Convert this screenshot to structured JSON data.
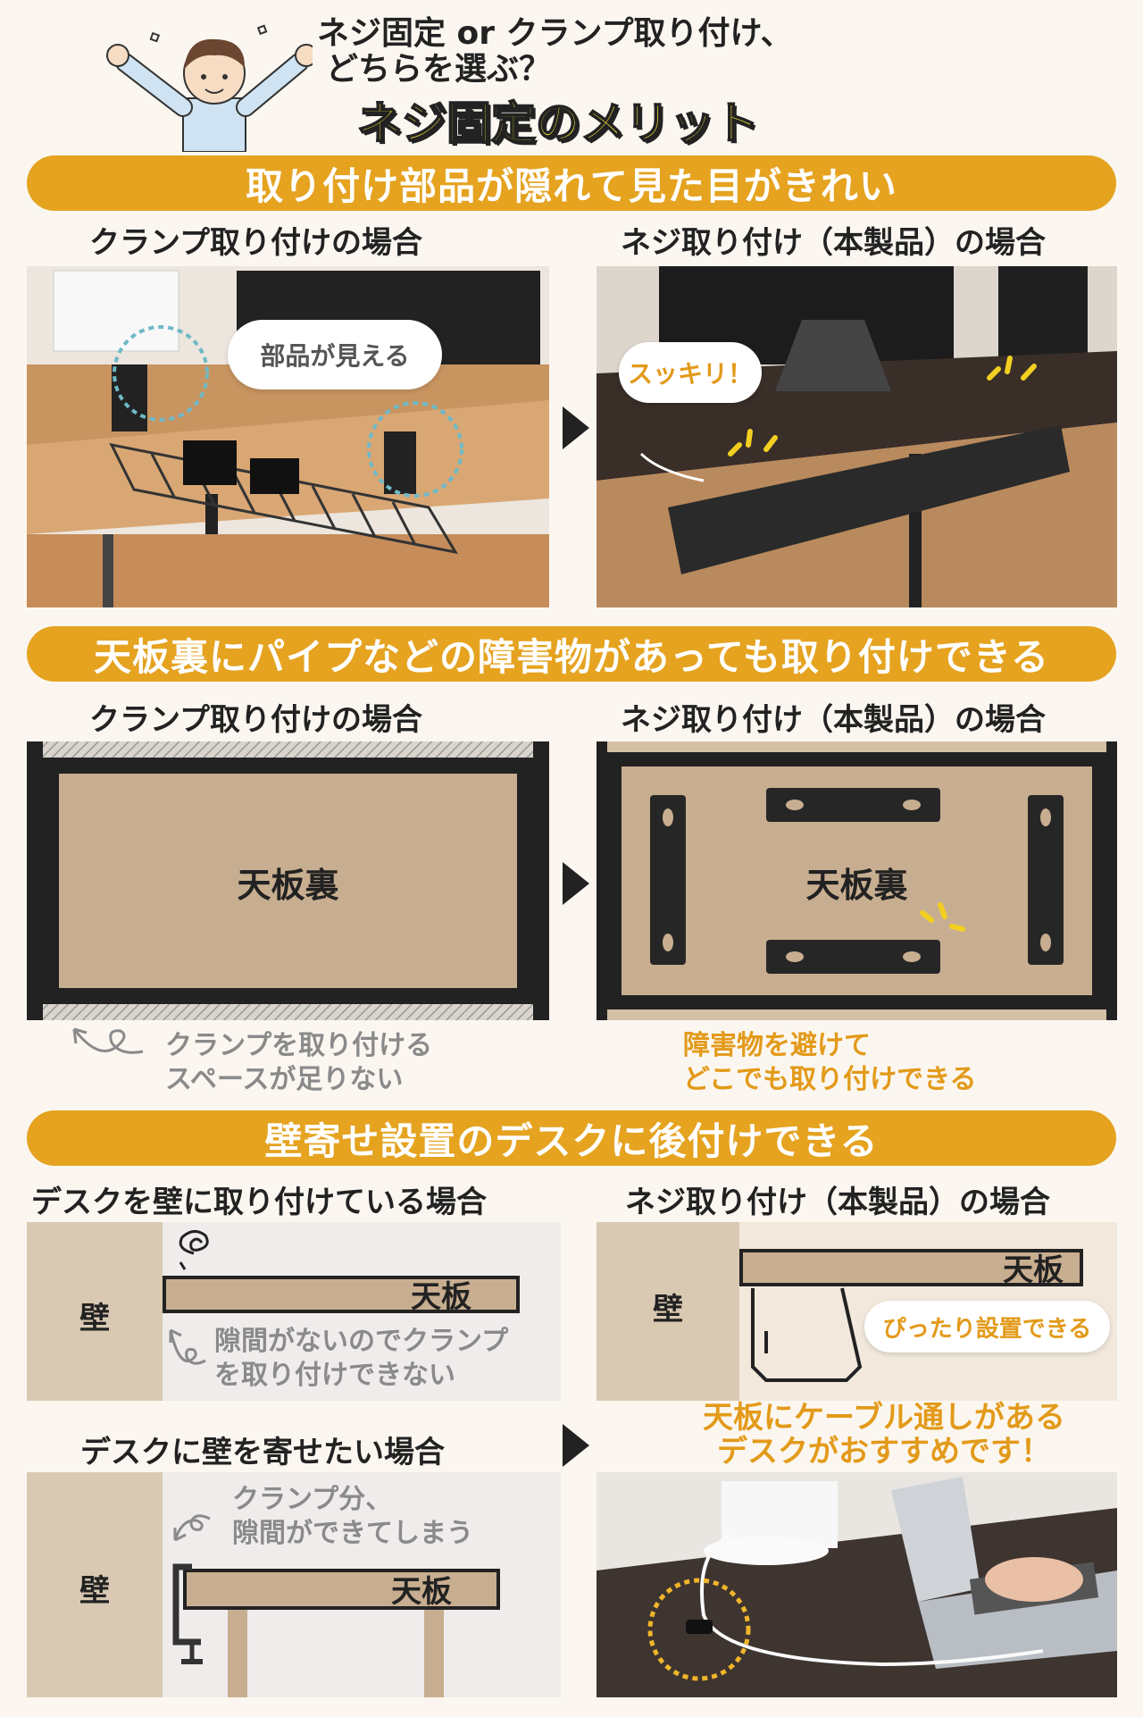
{
  "header": {
    "question_line1": "ネジ固定 or クランプ取り付け、",
    "question_line2": "どちらを選ぶ？",
    "title": "ネジ固定のメリット"
  },
  "section1": {
    "banner": "取り付け部品が隠れて見た目がきれい",
    "left_heading": "クランプ取り付けの場合",
    "right_heading": "ネジ取り付け（本製品）の場合",
    "left_bubble": "部品が見える",
    "right_bubble": "スッキリ！"
  },
  "section2": {
    "banner": "天板裏にパイプなどの障害物があっても取り付けできる",
    "left_heading": "クランプ取り付けの場合",
    "right_heading": "ネジ取り付け（本製品）の場合",
    "left_board_label": "天板裏",
    "right_board_label": "天板裏",
    "left_note_line1": "クランプを取り付ける",
    "left_note_line2": "スペースが足りない",
    "right_note_line1": "障害物を避けて",
    "right_note_line2": "どこでも取り付けできる"
  },
  "section3": {
    "banner": "壁寄せ設置のデスクに後付けできる",
    "top_left_heading": "デスクを壁に取り付けている場合",
    "top_right_heading": "ネジ取り付け（本製品）の場合",
    "wall_label": "壁",
    "board_label": "天板",
    "top_left_note_line1": "隙間がないのでクランプ",
    "top_left_note_line2": "を取り付けできない",
    "top_right_bubble": "ぴったり設置できる",
    "bottom_left_heading": "デスクに壁を寄せたい場合",
    "bottom_left_note_line1": "クランプ分、",
    "bottom_left_note_line2": "隙間ができてしまう",
    "bottom_right_line1": "天板にケーブル通しがある",
    "bottom_right_line2": "デスクがおすすめです！"
  },
  "colors": {
    "accent": "#e5a320",
    "board": "#c8ae90",
    "frame": "#222222",
    "desk_dark": "#3a2e28",
    "wall": "#d9c9b2"
  }
}
